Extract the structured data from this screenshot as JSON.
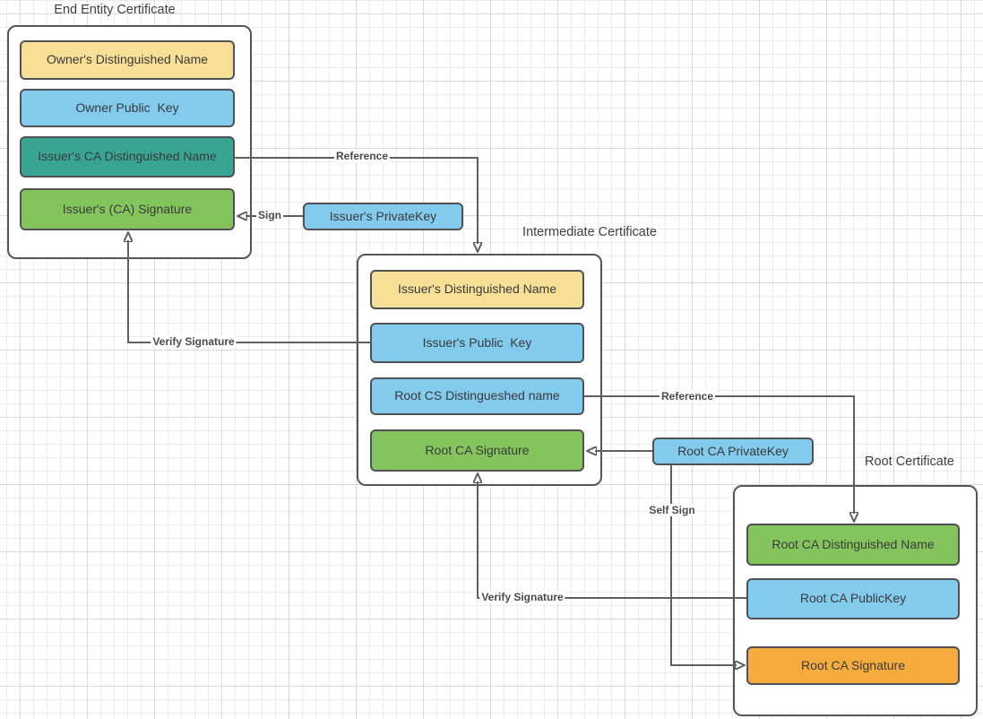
{
  "colors": {
    "yellow": "#F7E096",
    "blue": "#83CBEC",
    "teal": "#38A593",
    "green": "#84C45C",
    "orange": "#F5AC3C",
    "line": "#5E5F61"
  },
  "certificates": [
    {
      "title": "End Entity Certificate",
      "fields": [
        {
          "label": "Owner's Distinguished Name",
          "color": "yellow"
        },
        {
          "label": "Owner Public  Key",
          "color": "blue"
        },
        {
          "label": "Issuer's CA Distinguished Name",
          "color": "teal"
        },
        {
          "label": "Issuer's (CA) Signature",
          "color": "green"
        }
      ]
    },
    {
      "title": "Intermediate Certificate",
      "fields": [
        {
          "label": "Issuer's Distinguished Name",
          "color": "yellow"
        },
        {
          "label": "Issuer's Public  Key",
          "color": "blue"
        },
        {
          "label": "Root CS Distingueshed name",
          "color": "blue"
        },
        {
          "label": "Root CA Signature",
          "color": "green"
        }
      ]
    },
    {
      "title": "Root Certificate",
      "fields": [
        {
          "label": "Root CA Distinguished Name",
          "color": "green"
        },
        {
          "label": "Root CA PublicKey",
          "color": "blue"
        },
        {
          "label": "Root CA Signature",
          "color": "orange"
        }
      ]
    }
  ],
  "keys": [
    {
      "label": "Issuer's PrivateKey",
      "color": "blue"
    },
    {
      "label": "Root CA PrivateKey",
      "color": "blue"
    }
  ],
  "edges": [
    {
      "label": "Reference"
    },
    {
      "label": "Sign"
    },
    {
      "label": "Verify Signature"
    },
    {
      "label": "Reference"
    },
    {
      "label": "Self Sign"
    },
    {
      "label": "Verify Signature"
    }
  ]
}
